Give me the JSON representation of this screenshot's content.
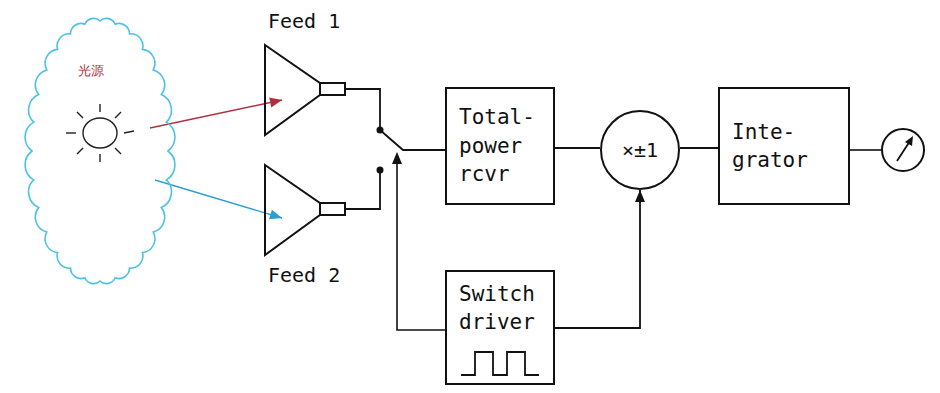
{
  "diagram": {
    "nodes": [
      {
        "text": [
          "光源"
        ]
      },
      {
        "text": [
          "Feed 1"
        ]
      },
      {
        "text": [
          "Feed 2"
        ]
      },
      {
        "text": [
          "Total- power rcvr"
        ]
      },
      {
        "text": [
          "×±1"
        ]
      },
      {
        "text": [
          "Inte- grator"
        ]
      },
      {
        "text": [
          "Switch driver"
        ]
      }
    ],
    "edges": [
      {
        "from": 0,
        "to": 1,
        "arrow": "to"
      },
      {
        "from": 0,
        "to": 2,
        "arrow": "to"
      },
      {
        "from": 1,
        "to": 3,
        "arrow": "none"
      },
      {
        "from": 2,
        "to": 3,
        "arrow": "none"
      },
      {
        "from": 3,
        "to": 4,
        "arrow": "none"
      },
      {
        "from": 4,
        "to": 5,
        "arrow": "none"
      },
      {
        "from": 6,
        "to": 4,
        "arrow": "to"
      }
    ]
  }
}
